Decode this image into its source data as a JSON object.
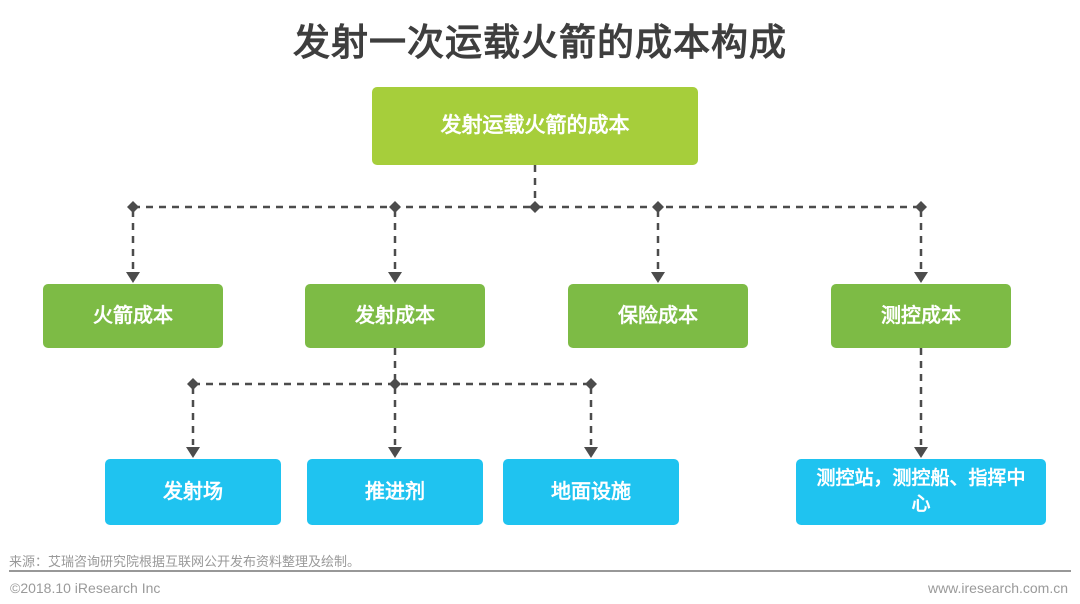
{
  "title": "发射一次运载火箭的成本构成",
  "diagram": {
    "root": {
      "label": "发射运载火箭的成本"
    },
    "level2": [
      {
        "label": "火箭成本"
      },
      {
        "label": "发射成本"
      },
      {
        "label": "保险成本"
      },
      {
        "label": "测控成本"
      }
    ],
    "level3": [
      {
        "label": "发射场",
        "parent": "发射成本"
      },
      {
        "label": "推进剂",
        "parent": "发射成本"
      },
      {
        "label": "地面设施",
        "parent": "发射成本"
      },
      {
        "label": "测控站，测控船、指挥中心",
        "parent": "测控成本"
      }
    ],
    "colors": {
      "root_fill": "#a6ce3b",
      "level2_fill": "#7dbb45",
      "level3_fill": "#1fc3f0",
      "node_text": "#ffffff",
      "connector": "#4c4c4c",
      "title_text": "#3e3e3e",
      "footer_text": "#9a9a9a"
    }
  },
  "source_note": "来源：艾瑞咨询研究院根据互联网公开发布资料整理及绘制。",
  "footer": {
    "left": "©2018.10 iResearch Inc",
    "right": "www.iresearch.com.cn"
  }
}
